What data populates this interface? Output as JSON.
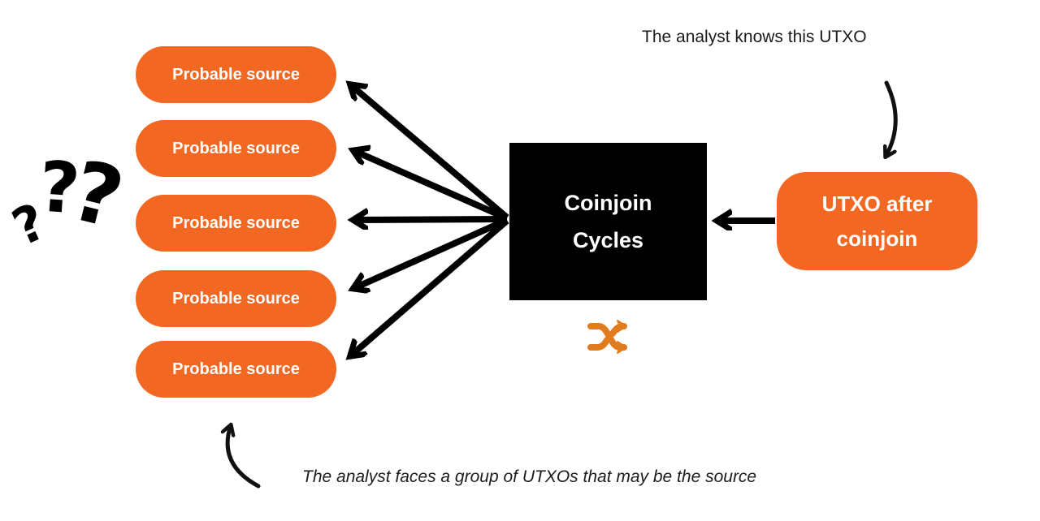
{
  "diagram": {
    "sources": [
      {
        "label": "Probable source"
      },
      {
        "label": "Probable source"
      },
      {
        "label": "Probable source"
      },
      {
        "label": "Probable source"
      },
      {
        "label": "Probable source"
      }
    ],
    "center": {
      "line1": "Coinjoin",
      "line2": "Cycles"
    },
    "utxo": {
      "line1": "UTXO after",
      "line2": "coinjoin"
    },
    "annotations": {
      "top": "The analyst knows this UTXO",
      "bottom": "The analyst faces a group of UTXOs that may be the source"
    },
    "question_marks": [
      "?",
      "?",
      "?"
    ],
    "icons": {
      "shuffle": "shuffle-icon"
    },
    "colors": {
      "box_orange": "#F26722",
      "shuffle_orange": "#E07C1E",
      "box_black": "#000000",
      "annotation_text": "#1c1c1c",
      "box_label_text": "#ffffff"
    }
  }
}
